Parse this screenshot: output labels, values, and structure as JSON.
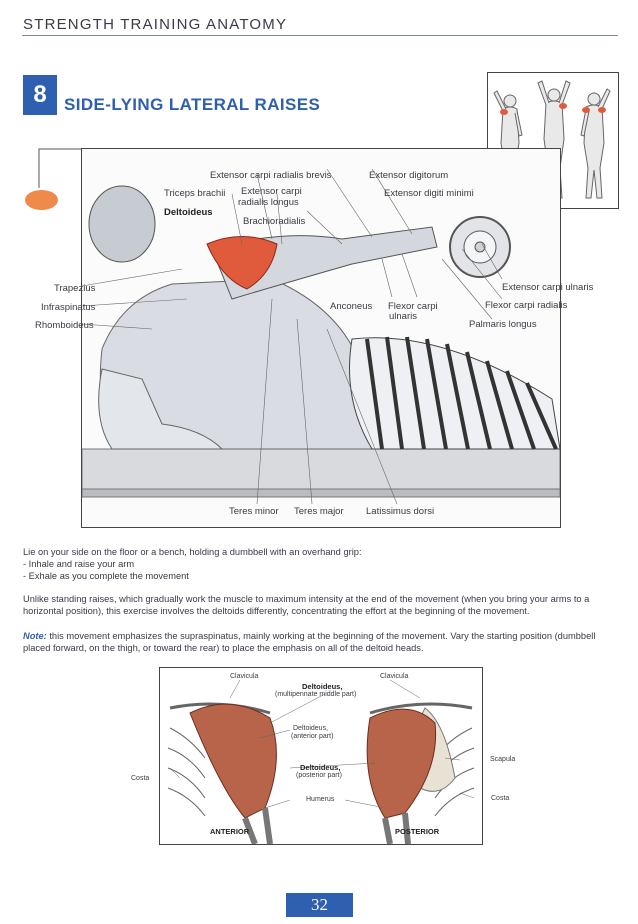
{
  "header": {
    "title": "STRENGTH TRAINING ANATOMY"
  },
  "exercise": {
    "number": "8",
    "title": "SIDE-LYING LATERAL RAISES"
  },
  "colors": {
    "accent_blue": "#2f5fb0",
    "muscle_highlight": "#e05a3c",
    "arrow_orange": "#f08a4b"
  },
  "main_labels": {
    "extensor_carpi_radialis_brevis": "Extensor carpi radialis brevis",
    "extensor_digitorum": "Extensor digitorum",
    "triceps_brachii": "Triceps brachii",
    "extensor_carpi_radialis_longus_1": "Extensor carpi",
    "extensor_carpi_radialis_longus_2": "radialis longus",
    "extensor_digiti_minimi": "Extensor digiti minimi",
    "deltoideus": "Deltoideus",
    "brachioradialis": "Brachioradialis",
    "trapezius": "Trapezius",
    "extensor_carpi_ulnaris": "Extensor carpi ulnaris",
    "infraspinatus": "Infraspinatus",
    "anconeus": "Anconeus",
    "flexor_carpi_ulnaris_1": "Flexor carpi",
    "flexor_carpi_ulnaris_2": "ulnaris",
    "flexor_carpi_radialis": "Flexor carpi radialis",
    "rhomboideus": "Rhomboideus",
    "palmaris_longus": "Palmaris longus",
    "teres_minor": "Teres minor",
    "teres_major": "Teres major",
    "latissimus_dorsi": "Latissimus dorsi"
  },
  "instructions": {
    "intro": "Lie on your side on the floor or a bench, holding a dumbbell with an overhand grip:",
    "step1": "- Inhale and raise your arm",
    "step2": "- Exhale as you complete the movement",
    "para1_line1": "Unlike standing raises, which gradually work the muscle to maximum intensity at the end of the movement (when you bring your arms to a",
    "para1_line2": "horizontal position), this exercise involves the deltoids differently, concentrating the effort at the beginning of the movement.",
    "note_label": "Note:",
    "note_line1": " this movement emphasizes the supraspinatus, mainly working at the beginning of the movement. Vary the starting position (dumbbell",
    "note_line2": "placed forward, on the thigh, or toward the rear) to place the emphasis on all of the deltoid heads."
  },
  "shoulder_labels": {
    "clavicula_left": "Clavicula",
    "clavicula_right": "Clavicula",
    "deltoideus_middle_1": "Deltoideus,",
    "deltoideus_middle_2": "(multipennate middle part)",
    "deltoideus_anterior_1": "Deltoideus,",
    "deltoideus_anterior_2": "(anterior part)",
    "deltoideus_posterior_1": "Deltoideus,",
    "deltoideus_posterior_2": "(posterior part)",
    "costa_left": "Costa",
    "costa_right": "Costa",
    "scapula": "Scapula",
    "humerus": "Humerus",
    "anterior": "ANTERIOR",
    "posterior": "POSTERIOR"
  },
  "footer": {
    "page_number": "32"
  }
}
